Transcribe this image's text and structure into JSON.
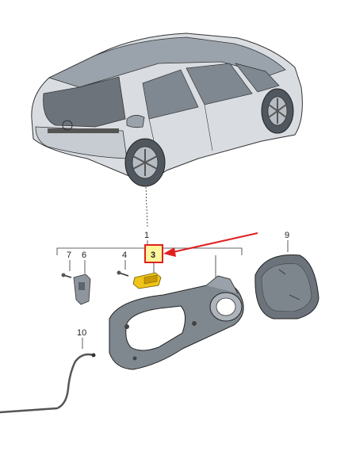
{
  "callouts": {
    "p1": "1",
    "p3": "3",
    "p4": "4",
    "p6": "6",
    "p7": "7",
    "p9": "9",
    "p10": "10"
  },
  "colors": {
    "body_gray": "#d9dde2",
    "dark_gray": "#6c737b",
    "line": "#333333",
    "highlight_red": "#e02020",
    "part_yellow": "#f0c419"
  }
}
